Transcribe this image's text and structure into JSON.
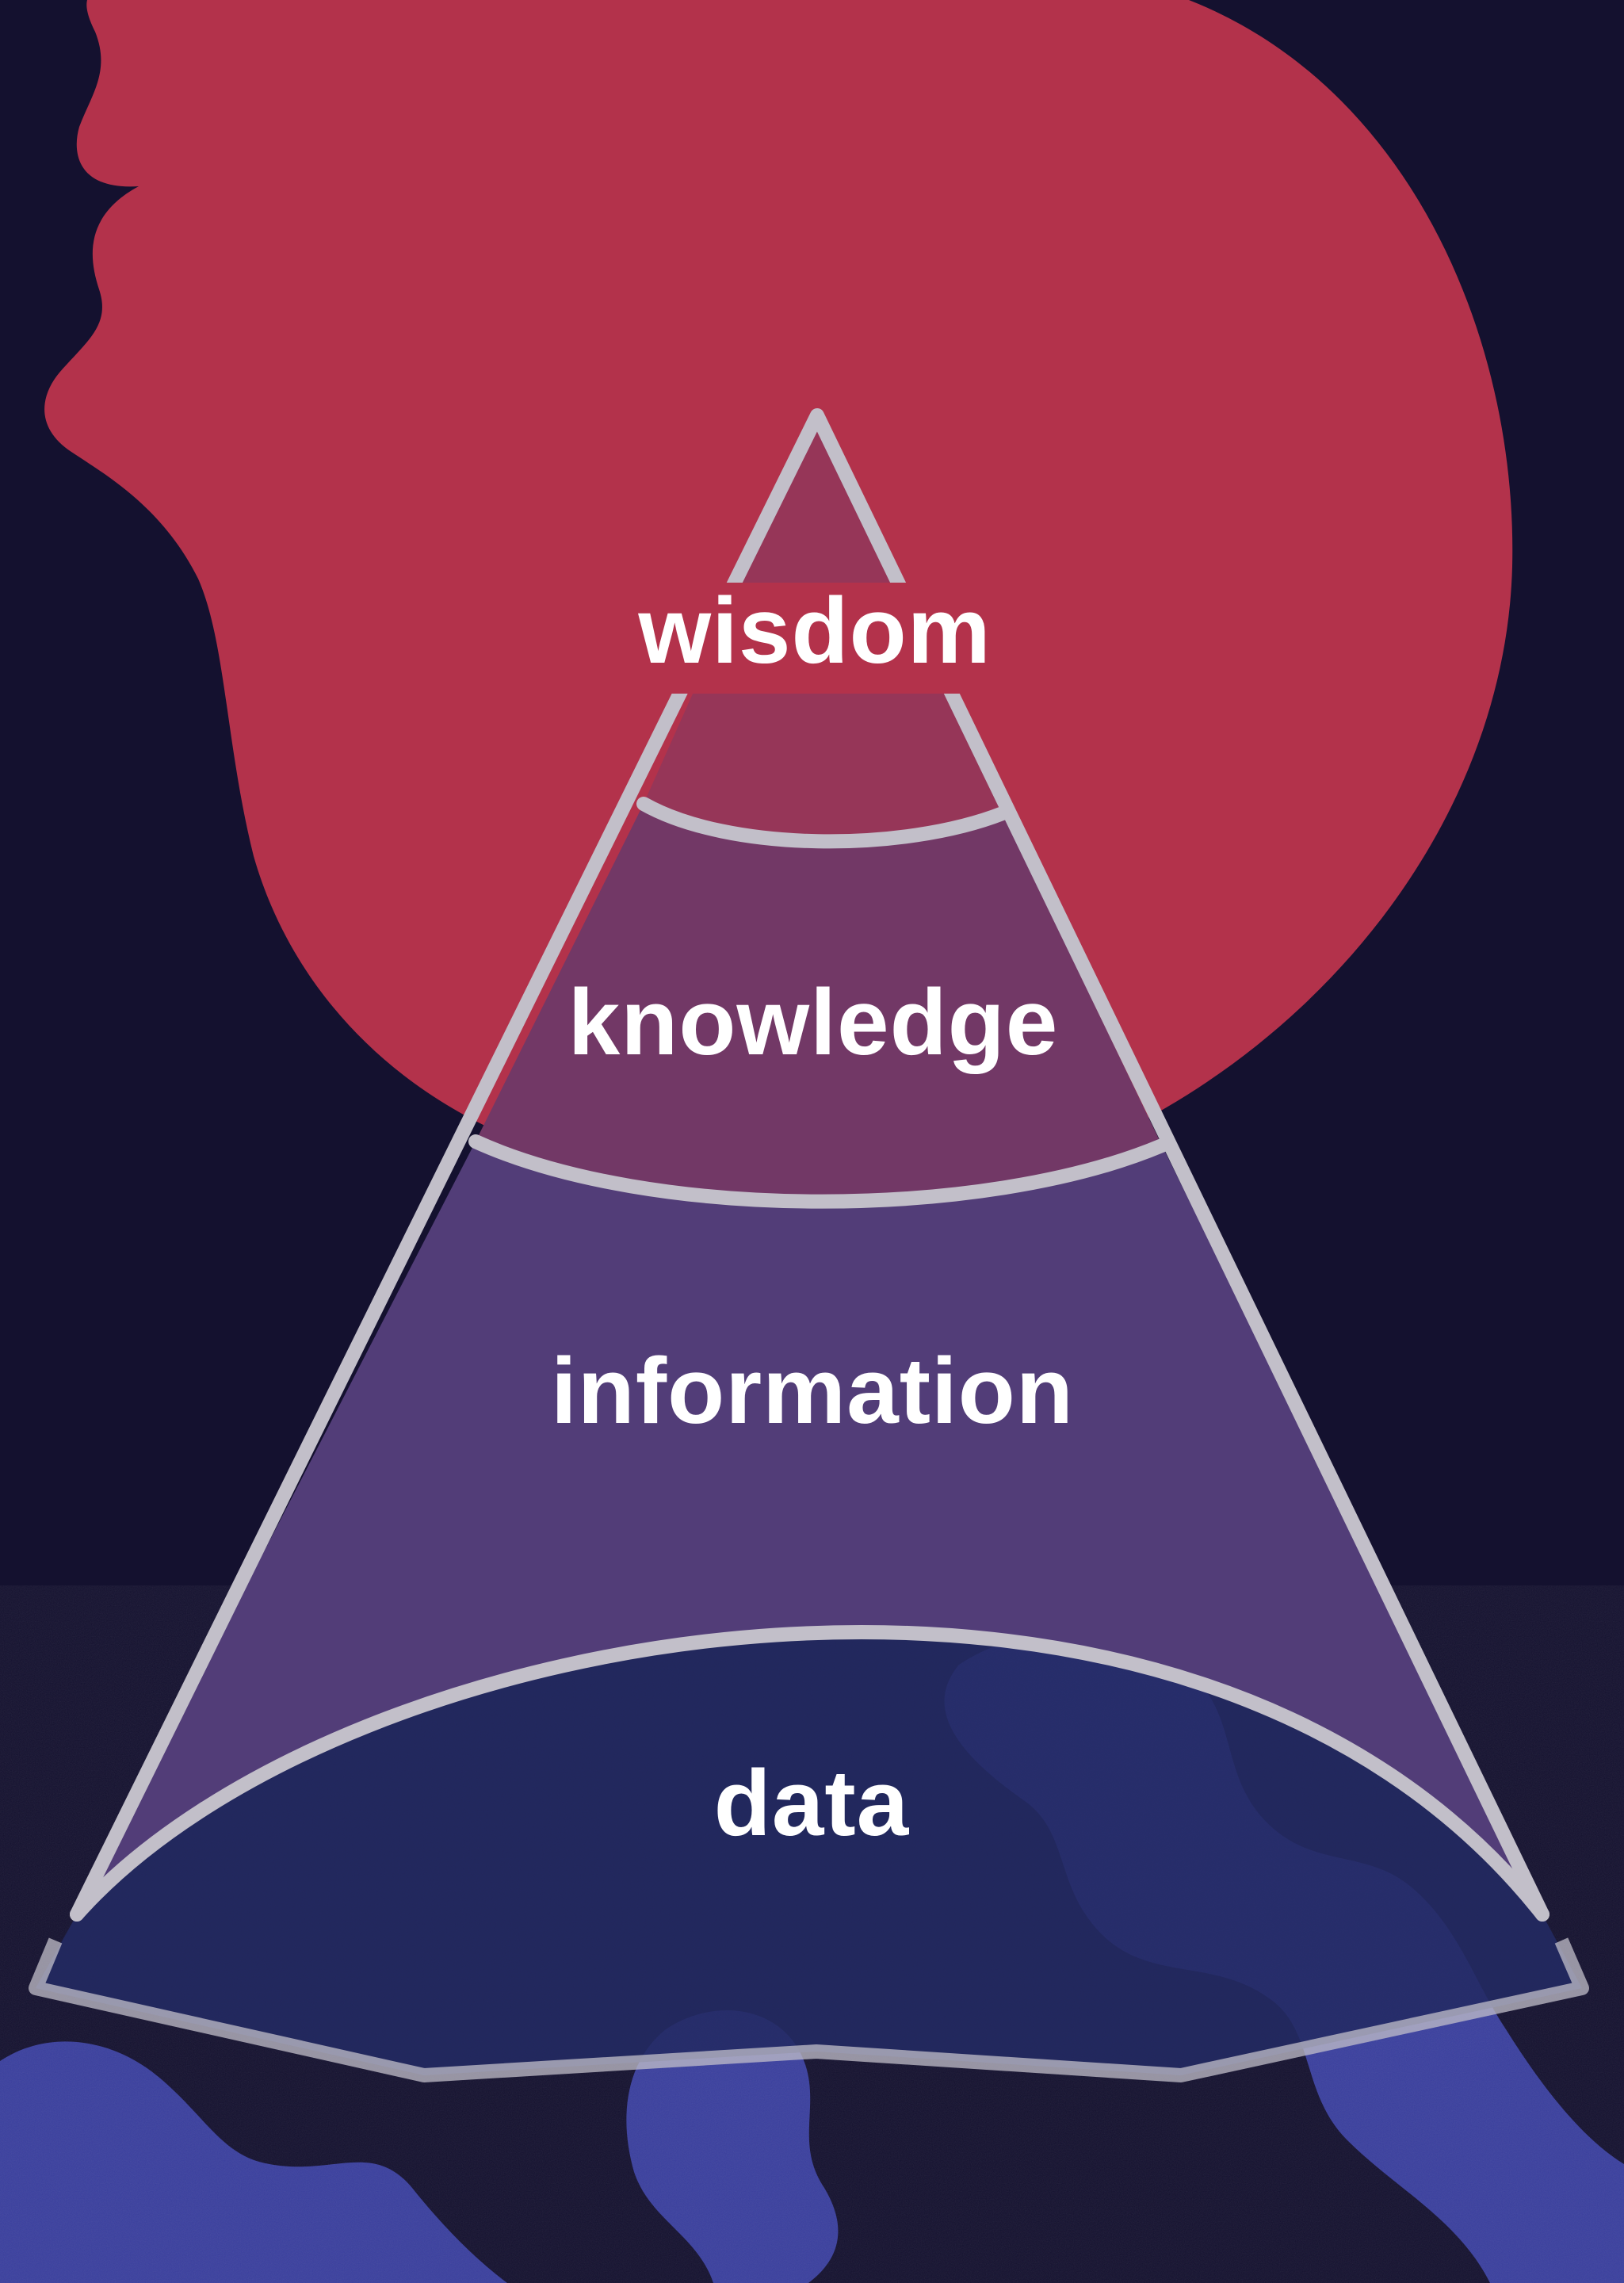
{
  "pyramid": {
    "levels": [
      {
        "id": "wisdom",
        "label": "wisdom"
      },
      {
        "id": "knowledge",
        "label": "knowledge"
      },
      {
        "id": "information",
        "label": "information"
      },
      {
        "id": "data",
        "label": "data"
      }
    ]
  },
  "colors": {
    "background": "#14112f",
    "head_silhouette": "#b3324b",
    "globe_land": "#3a3f9e",
    "outline": "#c2bfc9",
    "wisdom_fill": "#963658",
    "knowledge_fill": "#723866",
    "information_fill": "#523d78",
    "data_fill": "#232a63",
    "label_text": "#ffffff"
  }
}
